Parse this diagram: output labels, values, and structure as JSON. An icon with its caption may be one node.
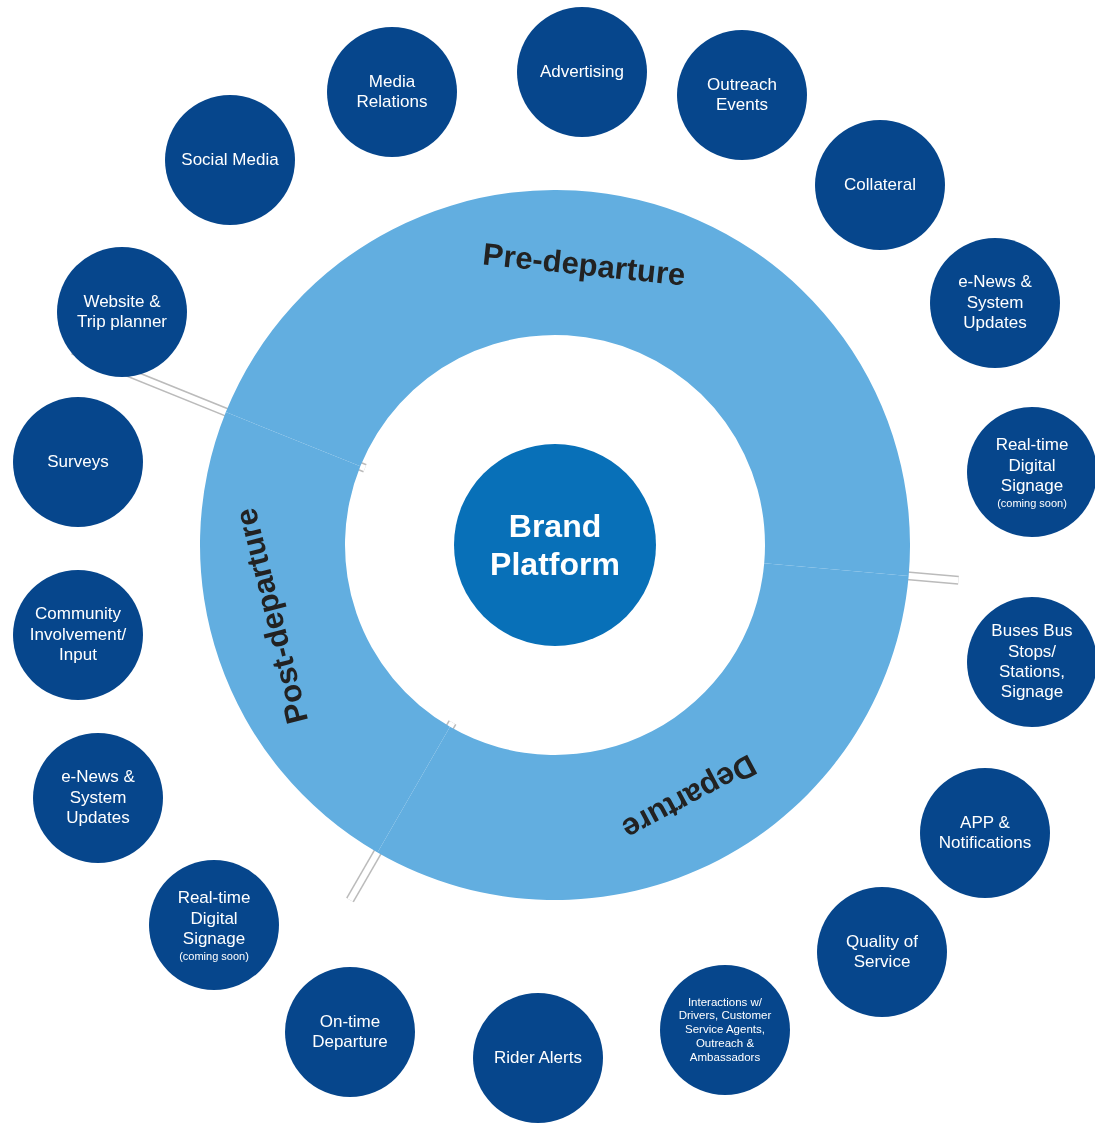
{
  "diagram": {
    "nodes": [
      {
        "text": [
          "Brand Platform"
        ]
      },
      {
        "text": [
          "Pre-departure"
        ]
      },
      {
        "text": [
          "Departure"
        ]
      },
      {
        "text": [
          "Post-departure"
        ]
      },
      {
        "text": [
          "Social Media"
        ]
      },
      {
        "text": [
          "Media Relations"
        ]
      },
      {
        "text": [
          "Advertising"
        ]
      },
      {
        "text": [
          "Outreach Events"
        ]
      },
      {
        "text": [
          "Collateral"
        ]
      },
      {
        "text": [
          "e-News & System Updates"
        ]
      },
      {
        "text": [
          "Real-time Digital Signage",
          "(coming soon)"
        ]
      },
      {
        "text": [
          "Buses Bus Stops/ Stations, Signage"
        ]
      },
      {
        "text": [
          "APP & Notifications"
        ]
      },
      {
        "text": [
          "Quality of Service"
        ]
      },
      {
        "text": [
          "Interactions w/ Drivers, Customer Service Agents, Outreach & Ambassadors"
        ]
      },
      {
        "text": [
          "Rider Alerts"
        ]
      },
      {
        "text": [
          "On-time Departure"
        ]
      },
      {
        "text": [
          "Real-time Digital Signage",
          "(coming soon)"
        ]
      },
      {
        "text": [
          "e-News & System Updates"
        ]
      },
      {
        "text": [
          "Community Involvement/ Input"
        ]
      },
      {
        "text": [
          "Surveys"
        ]
      },
      {
        "text": [
          "Website & Trip planner"
        ]
      }
    ],
    "edges": []
  }
}
